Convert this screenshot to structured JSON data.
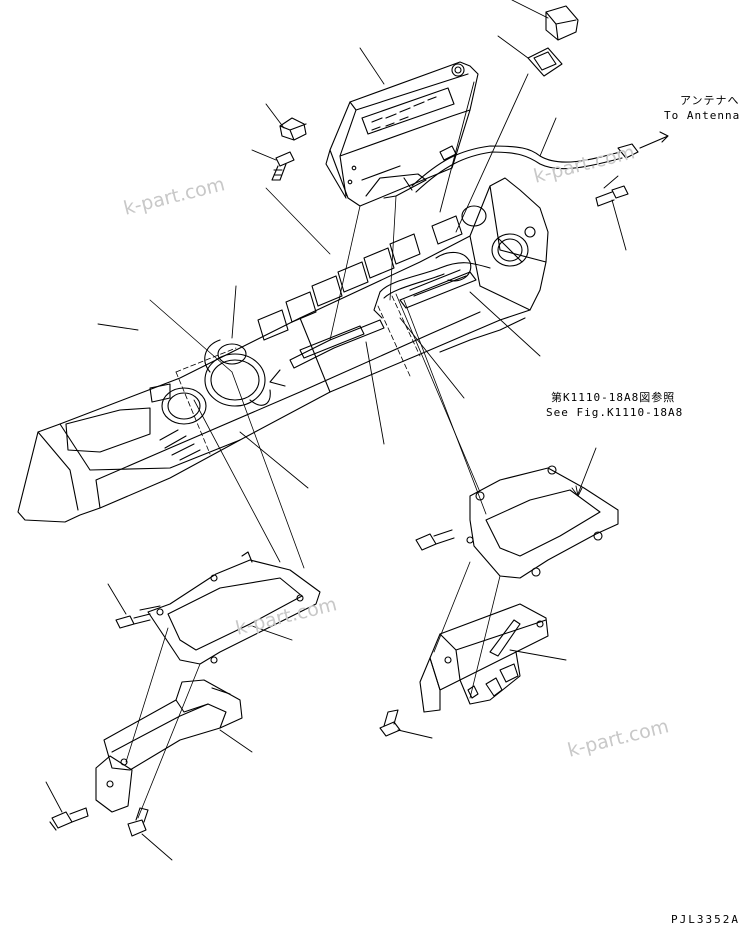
{
  "callouts": {
    "antenna_jp": "アンテナへ",
    "antenna_en": "To Antenna",
    "ref_jp": "第K1110-18A8図参照",
    "ref_en": "See Fig.K1110-18A8"
  },
  "drawing_code": "PJL3352A",
  "watermarks": [
    "k-part.com",
    "k-part.com",
    "k-part.com",
    "k-part.com"
  ]
}
